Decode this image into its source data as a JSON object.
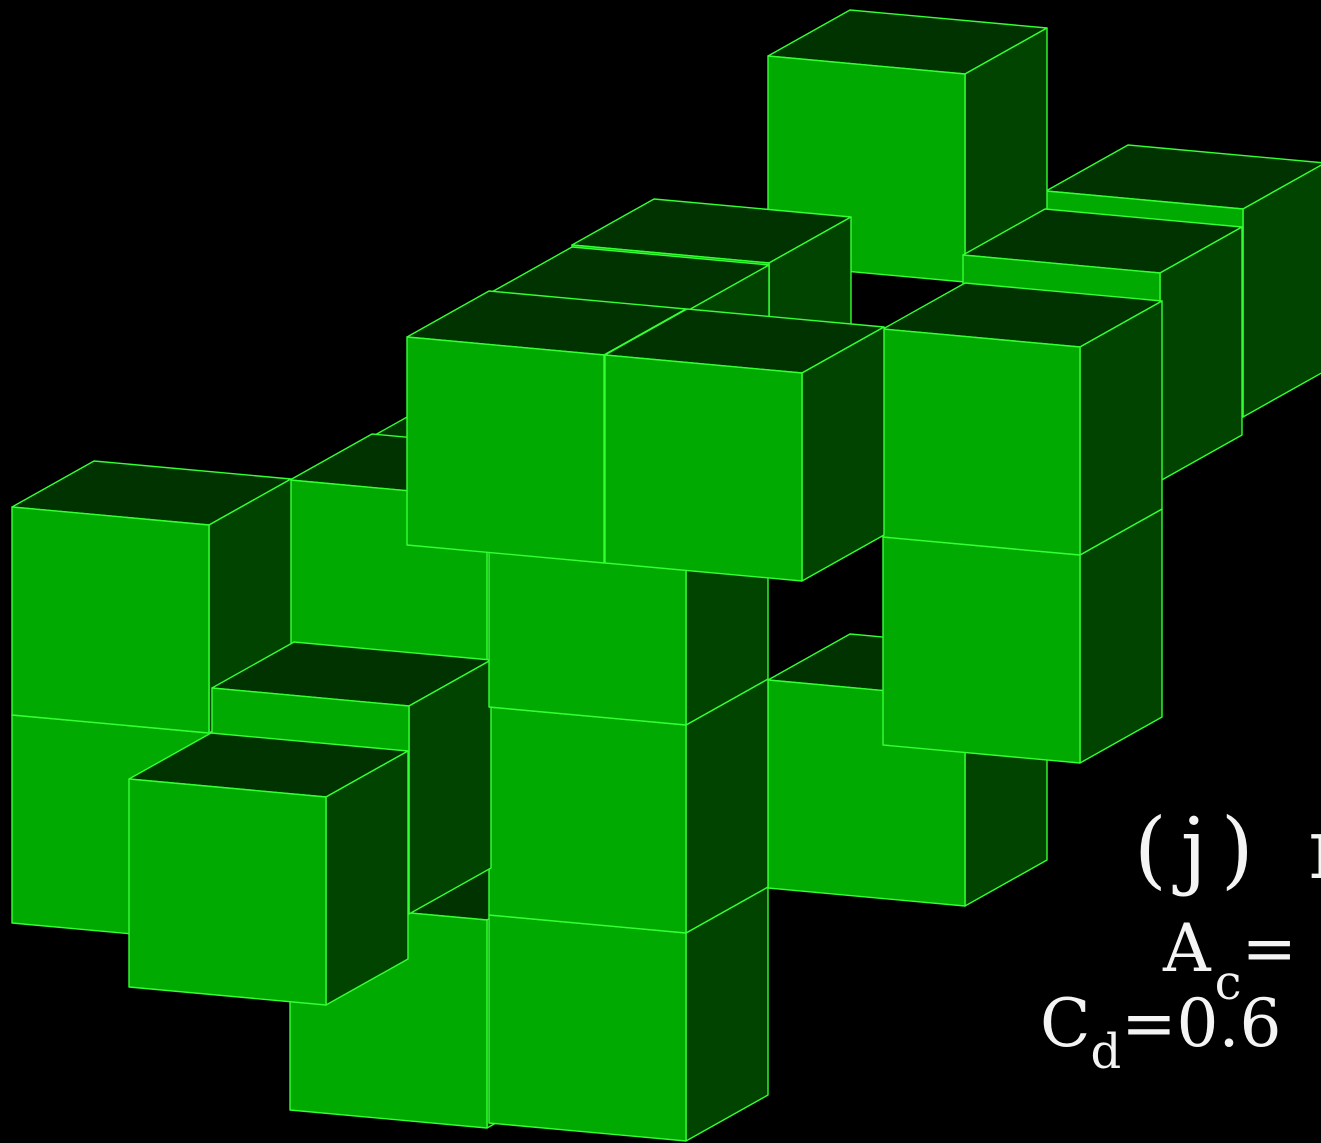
{
  "caption": {
    "title": "(j) n",
    "area_symbol": "A",
    "area_subscript": "c",
    "area_value": "=",
    "drag_symbol": "C",
    "drag_subscript": "d",
    "drag_value": "=0.6"
  },
  "colors": {
    "background": "#000000",
    "face_front": "#00aa00",
    "face_side": "#004400",
    "face_top": "#003300",
    "edge": "#33ff33",
    "text": "#f4f4f4"
  }
}
